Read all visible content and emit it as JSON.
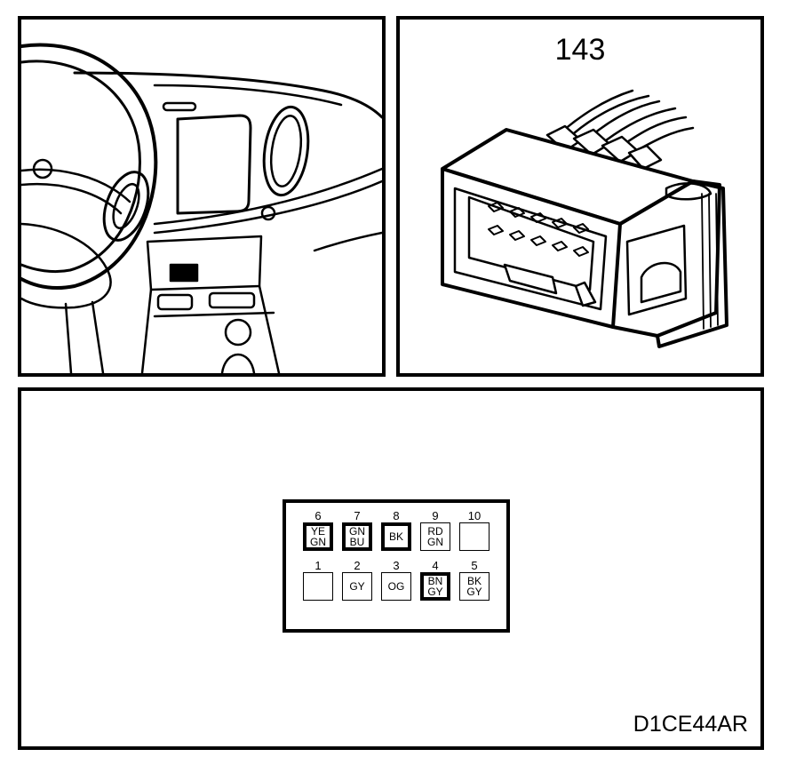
{
  "connector_number": "143",
  "figure_id": "D1CE44AR",
  "pins": [
    {
      "num": "6",
      "lines": [
        "YE",
        "GN"
      ],
      "bold": true
    },
    {
      "num": "7",
      "lines": [
        "GN",
        "BU"
      ],
      "bold": true
    },
    {
      "num": "8",
      "lines": [
        "BK"
      ],
      "bold": true
    },
    {
      "num": "9",
      "lines": [
        "RD",
        "GN"
      ],
      "bold": false
    },
    {
      "num": "10",
      "lines": [],
      "bold": false
    },
    {
      "num": "1",
      "lines": [],
      "bold": false
    },
    {
      "num": "2",
      "lines": [
        "GY"
      ],
      "bold": false
    },
    {
      "num": "3",
      "lines": [
        "OG"
      ],
      "bold": false
    },
    {
      "num": "4",
      "lines": [
        "BN",
        "GY"
      ],
      "bold": true
    },
    {
      "num": "5",
      "lines": [
        "BK",
        "GY"
      ],
      "bold": false
    }
  ]
}
